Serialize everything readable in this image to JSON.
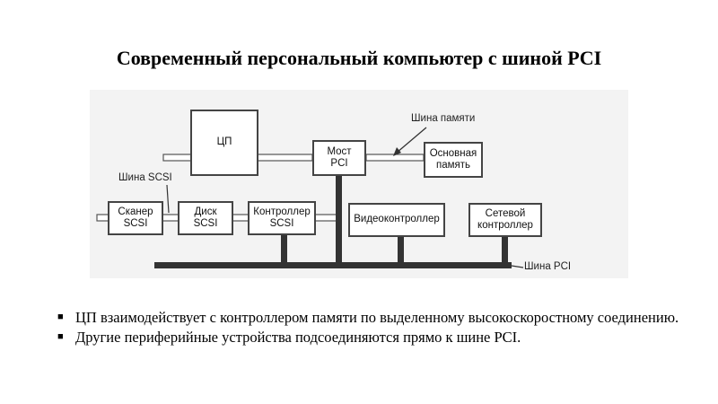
{
  "title": "Современный персональный компьютер с шиной PCI",
  "diagram": {
    "blocks": {
      "cpu": "ЦП",
      "bridge": "Мост\nPCI",
      "memory": "Основная\nпамять",
      "scanner": "Сканер\nSCSI",
      "disk": "Диск\nSCSI",
      "scsi_controller": "Контроллер\nSCSI",
      "video": "Видеоконтроллер",
      "network": "Сетевой\nконтроллер"
    },
    "labels": {
      "memory_bus": "Шина памяти",
      "scsi_bus": "Шина SCSI",
      "pci_bus": "Шина PCI"
    }
  },
  "bullets": [
    "ЦП взаимодействует с контроллером памяти по выделенному высокоскоростному соединению.",
    "Другие периферийные устройства подсоединяются прямо к шине PCI."
  ]
}
